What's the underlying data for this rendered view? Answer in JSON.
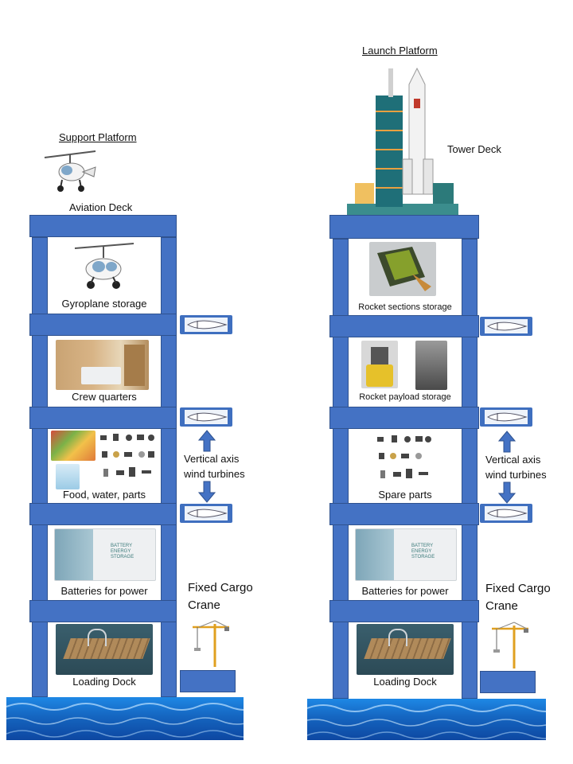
{
  "left": {
    "title": "Support Platform",
    "deck_label": "Aviation Deck",
    "rooms": [
      {
        "label": "Gyroplane storage"
      },
      {
        "label": "Crew quarters"
      },
      {
        "label": "Food,  water, parts"
      },
      {
        "label": "Batteries for power"
      },
      {
        "label": "Loading Dock"
      }
    ],
    "turbine_label_1": "Vertical axis",
    "turbine_label_2": "wind turbines",
    "crane_label_1": "Fixed Cargo",
    "crane_label_2": "Crane"
  },
  "right": {
    "title": "Launch Platform",
    "deck_label": "Tower Deck",
    "rooms": [
      {
        "label": "Rocket sections storage"
      },
      {
        "label": "Rocket payload storage"
      },
      {
        "label": "Spare parts"
      },
      {
        "label": "Batteries for power"
      },
      {
        "label": "Loading Dock"
      }
    ],
    "turbine_label_1": "Vertical axis",
    "turbine_label_2": "wind turbines",
    "crane_label_1": "Fixed Cargo",
    "crane_label_2": "Crane"
  },
  "battery_sign": {
    "line1": "BATTERY",
    "line2": "ENERGY",
    "line3": "STORAGE"
  },
  "colors": {
    "structure": "#4472C4",
    "structure_border": "#2F528F",
    "sea": "#1565c0"
  },
  "icons": [
    "gyroplane-icon",
    "rocket-tower-icon",
    "wind-turbine-icon",
    "crane-icon",
    "arrow-up-icon",
    "arrow-down-icon"
  ]
}
